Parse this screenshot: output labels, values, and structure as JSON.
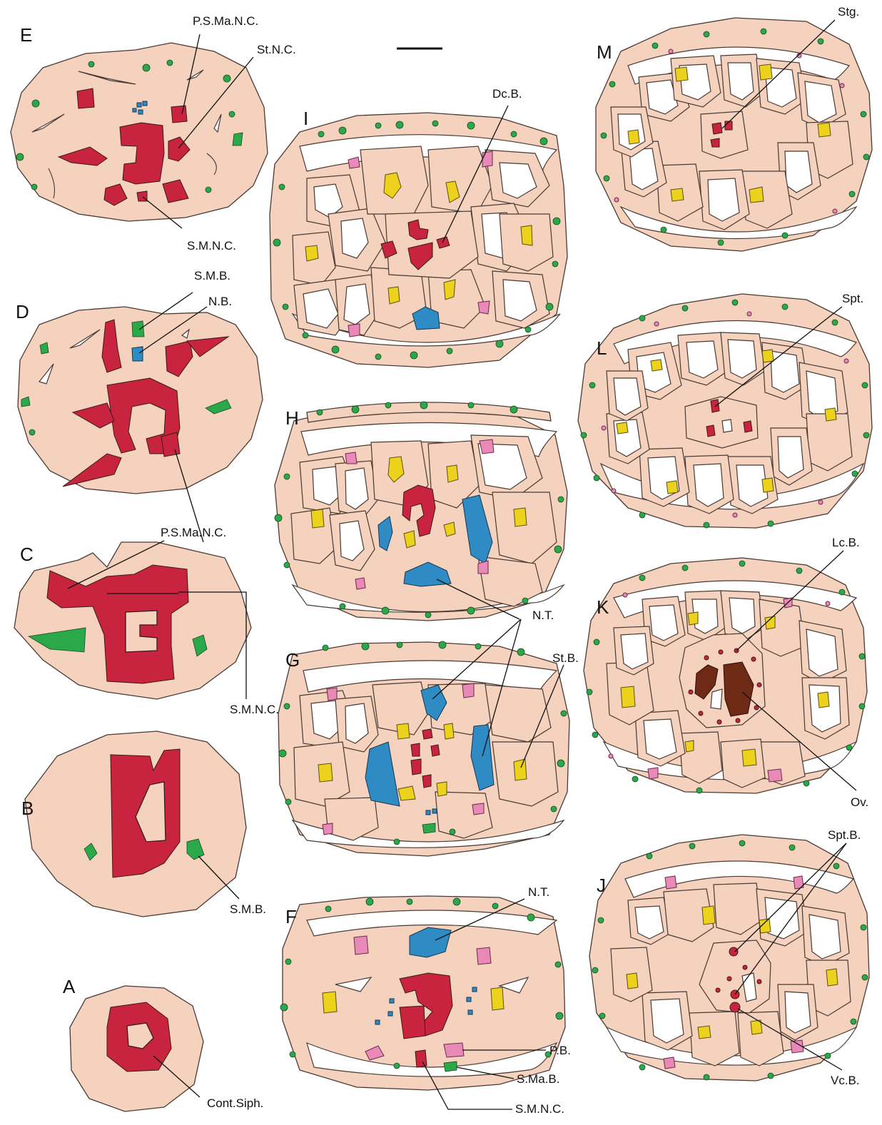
{
  "figure": {
    "panel_letters": {
      "A": "A",
      "B": "B",
      "C": "C",
      "D": "D",
      "E": "E",
      "F": "F",
      "G": "G",
      "H": "H",
      "I": "I",
      "J": "J",
      "K": "K",
      "L": "L",
      "M": "M"
    },
    "labels": {
      "e_psmanc": "P.S.Ma.N.C.",
      "e_stnc": "St.N.C.",
      "e_smnc": "S.M.N.C.",
      "d_smb": "S.M.B.",
      "d_nb": "N.B.",
      "c_psmanc": "P.S.Ma.N.C.",
      "c_smnc": "S.M.N.C.",
      "b_smb": "S.M.B.",
      "a_contsiph": "Cont.Siph.",
      "i_dcb": "Dc.B.",
      "g_nt": "N.T.",
      "g_stb": "St.B.",
      "f_nt": "N.T.",
      "f_pb": "P.B.",
      "f_smab": "S.Ma.B.",
      "f_smnc": "S.M.N.C.",
      "m_stg": "Stg.",
      "l_spt": "Spt.",
      "k_lcb": "Lc.B.",
      "k_ov": "Ov.",
      "j_sptb": "Spt.B.",
      "j_vcb": "Vc.B."
    },
    "colors": {
      "tissue": "#f4d2bd",
      "nerve_red": "#c8243f",
      "muscle_green": "#2aa84a",
      "nerve_blue": "#2f8bc4",
      "yellow": "#ecd21c",
      "pink": "#e889b8",
      "brown": "#6e2a14"
    }
  }
}
